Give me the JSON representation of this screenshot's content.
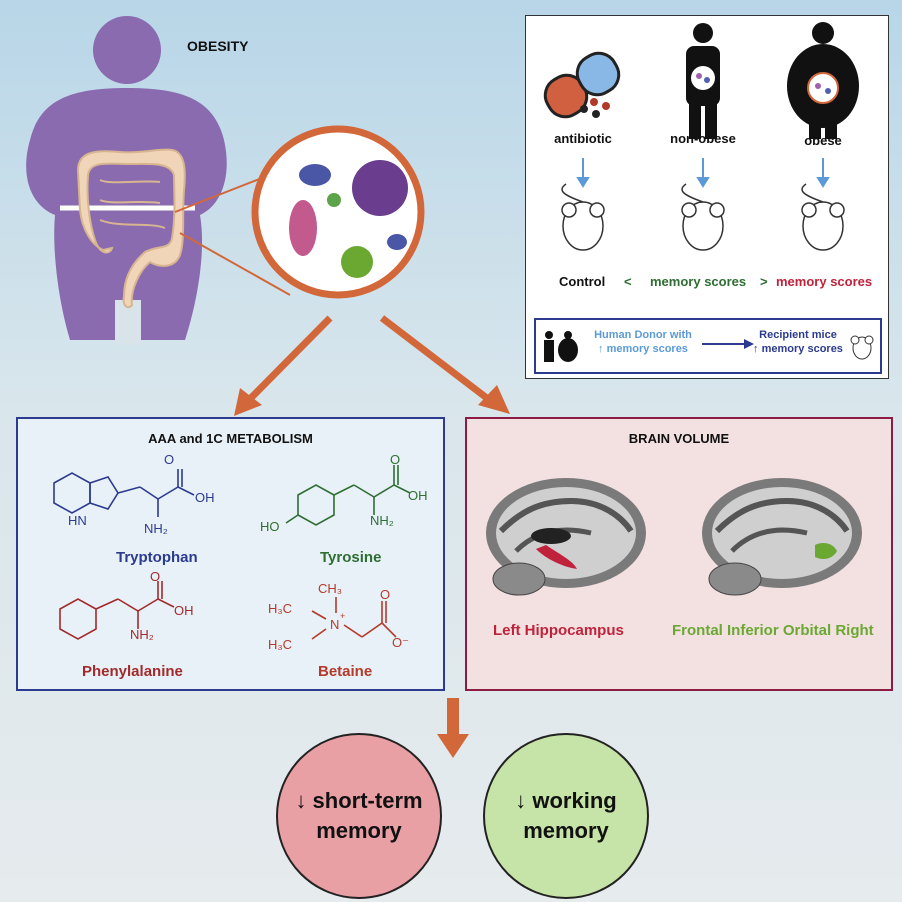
{
  "obesity_title": "OBESITY",
  "experiment": {
    "donors": [
      {
        "label": "antibiotic"
      },
      {
        "label": "non-obese"
      },
      {
        "label": "obese"
      }
    ],
    "scores": {
      "control": "Control",
      "lt": "<",
      "memory1": "memory scores",
      "gt": ">",
      "memory2": "memory scores"
    },
    "legend": {
      "donor_line1": "Human Donor with",
      "donor_line2": "↑ memory scores",
      "recipient_line1": "Recipient mice",
      "recipient_line2": "↑ memory scores"
    }
  },
  "metabolism": {
    "title": "AAA and 1C METABOLISM",
    "molecules": [
      {
        "name": "Tryptophan",
        "color": "#2c3b8f"
      },
      {
        "name": "Tyrosine",
        "color": "#2e6e32"
      },
      {
        "name": "Phenylalanine",
        "color": "#a32a2a"
      },
      {
        "name": "Betaine",
        "color": "#b53a2a"
      }
    ],
    "atoms": {
      "oh": "OH",
      "nh2": "NH₂",
      "hn": "HN",
      "ho": "HO",
      "o": "O",
      "ch3": "CH₃",
      "h3c": "H₃C",
      "n": "N",
      "o_minus": "O⁻",
      "plus": "+"
    }
  },
  "brain": {
    "title": "BRAIN VOLUME",
    "regions": [
      {
        "name": "Left Hippocampus",
        "color": "#c0223b"
      },
      {
        "name": "Frontal Inferior Orbital Right",
        "color": "#6aa832"
      }
    ]
  },
  "outcomes": [
    {
      "line1": "↓ short-term",
      "line2": "memory",
      "color": "#e8a0a5"
    },
    {
      "line1": "↓ working",
      "line2": "memory",
      "color": "#c6e3a8"
    }
  ],
  "colors": {
    "arrow": "#d2683a",
    "body": "#8a6bb0",
    "gut": "#f0d5b8"
  }
}
